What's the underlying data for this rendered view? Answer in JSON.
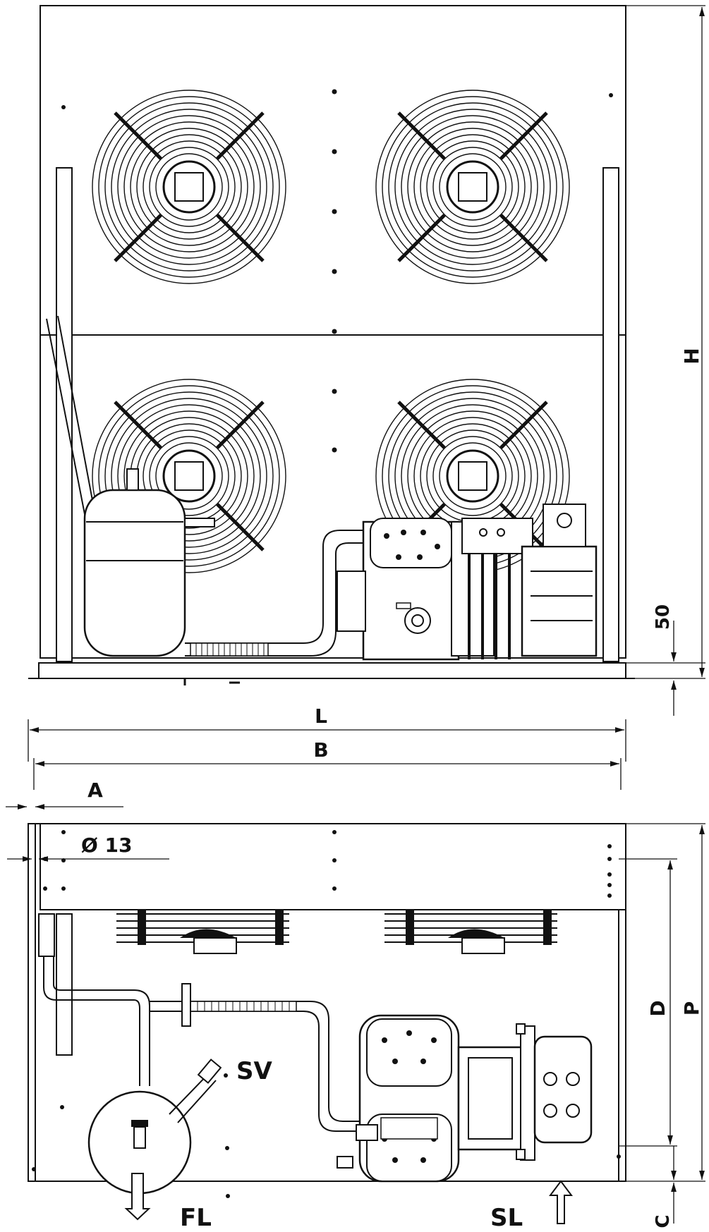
{
  "labels": {
    "height": "H",
    "offset_50": "50",
    "length": "L",
    "width_b": "B",
    "offset_a": "A",
    "hole": "Ø 13",
    "depth_d": "D",
    "depth_p": "P",
    "clearance_c": "C",
    "sv": "SV",
    "fl": "FL",
    "sl": "SL"
  }
}
